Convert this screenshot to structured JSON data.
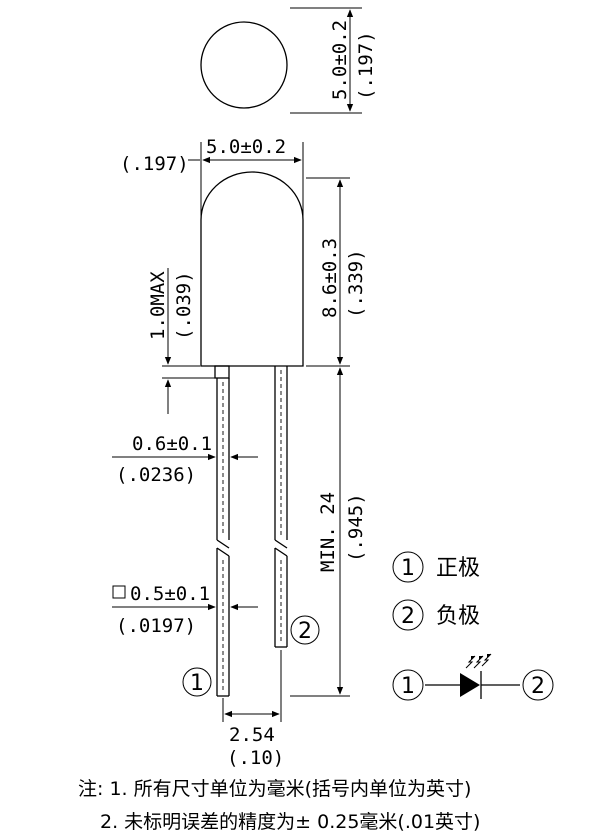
{
  "dimensions": {
    "top_diameter": "5.0±0.2",
    "top_diameter_in": "(.197)",
    "body_width": "5.0±0.2",
    "body_width_in": "(.197)",
    "body_height": "8.6±0.3",
    "body_height_in": "(.339)",
    "flange": "1.0MAX",
    "flange_in": "(.039)",
    "lead_width": "0.6±0.1",
    "lead_width_in": "(.0236)",
    "lead_square": "0.5±0.1",
    "lead_square_in": "(.0197)",
    "lead_length": "MIN. 24",
    "lead_length_in": "(.945)",
    "pitch": "2.54",
    "pitch_in": "(.10)"
  },
  "pins": {
    "pin1": "1",
    "pin2": "2"
  },
  "legend": {
    "item1_num": "1",
    "item1_label": "正极",
    "item2_num": "2",
    "item2_label": "负极",
    "symbol_left": "1",
    "symbol_right": "2"
  },
  "notes": {
    "line1": "注: 1. 所有尺寸单位为毫米(括号内单位为英寸)",
    "line2": "2. 未标明误差的精度为± 0.25毫米(.01英寸)"
  }
}
